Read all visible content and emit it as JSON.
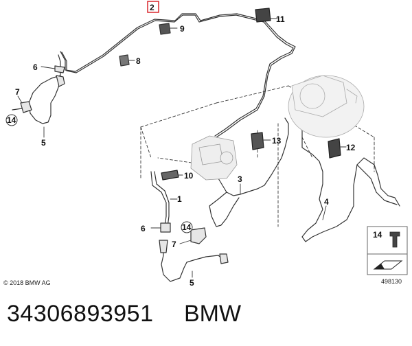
{
  "diagram": {
    "callouts": {
      "c1": "1",
      "c2": "2",
      "c3": "3",
      "c4": "4",
      "c5a": "5",
      "c5b": "5",
      "c6a": "6",
      "c6b": "6",
      "c7a": "7",
      "c7b": "7",
      "c8": "8",
      "c9": "9",
      "c10": "10",
      "c11": "11",
      "c12": "12",
      "c13": "13",
      "c14a": "14",
      "c14b": "14",
      "c14legend": "14"
    },
    "copyright": "© 2018 BMW AG",
    "figure_number": "498130"
  },
  "footer": {
    "part_number": "34306893951",
    "brand": "BMW"
  },
  "colors": {
    "line": "#333333",
    "highlight": "#d9262b",
    "part_fill": "#e6e6e6"
  }
}
